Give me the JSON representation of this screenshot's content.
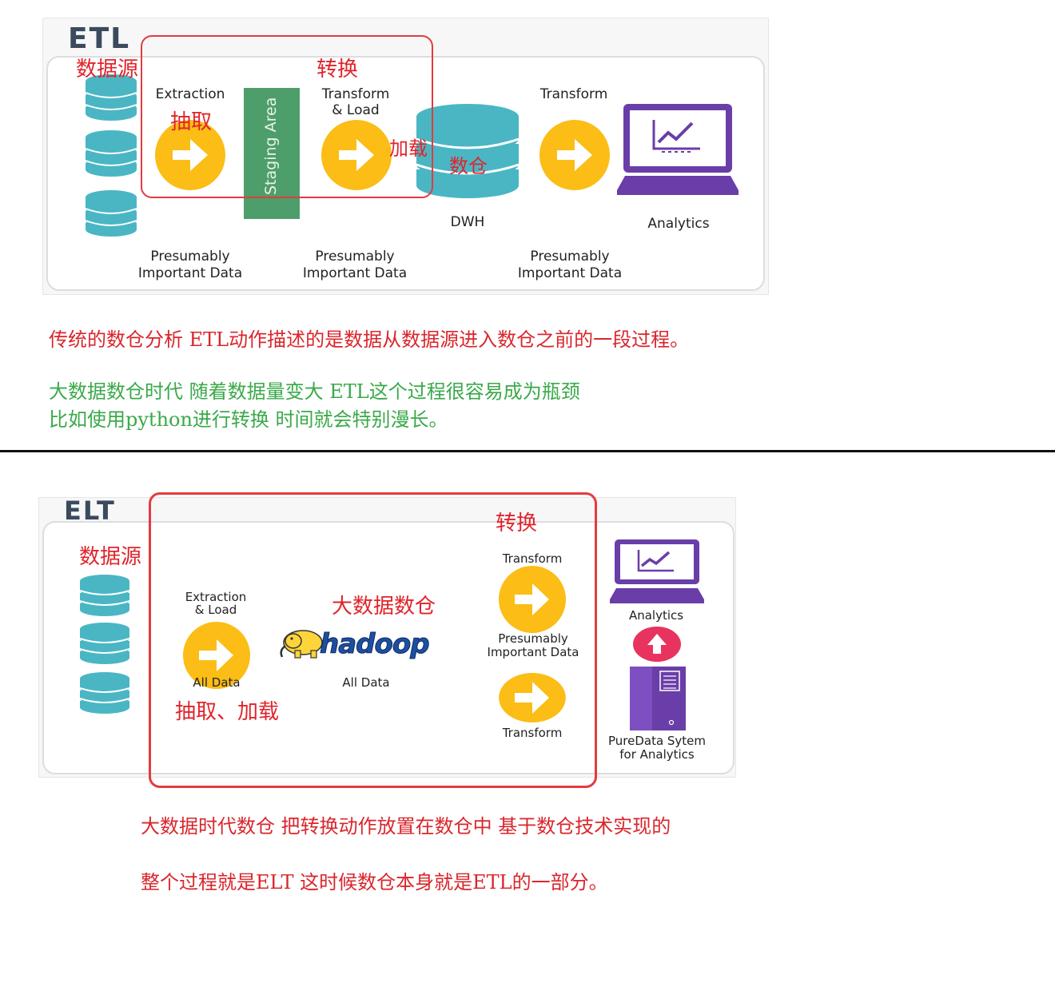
{
  "etl": {
    "title": "ETL",
    "source_label_cn": "数据源",
    "transform_label_cn": "转换",
    "extract_label_cn": "抽取",
    "load_label_cn": "加载",
    "dwh_label_cn": "数仓",
    "extraction": "Extraction",
    "staging": "Staging Area",
    "transform_load": [
      "Transform",
      "& Load"
    ],
    "transform": "Transform",
    "dwh": "DWH",
    "analytics": "Analytics",
    "data_captions": [
      [
        "Presumably",
        "Important Data"
      ],
      [
        "Presumably",
        "Important Data"
      ],
      [
        "Presumably",
        "Important Data"
      ]
    ]
  },
  "notes_etl": {
    "red_line": "传统的数仓分析  ETL动作描述的是数据从数据源进入数仓之前的一段过程。",
    "green_line1": "大数据数仓时代 随着数据量变大  ETL这个过程很容易成为瓶颈",
    "green_line2": "比如使用python进行转换 时间就会特别漫长。"
  },
  "elt": {
    "title": "ELT",
    "source_label_cn": "数据源",
    "transform_label_cn": "转换",
    "bigdata_label_cn": "大数据数仓",
    "extract_load_label_cn": "抽取、加载",
    "extraction_load": [
      "Extraction",
      "& Load"
    ],
    "all_data_1": "All Data",
    "hadoop": "hadoop",
    "all_data_2": "All Data",
    "transform_1": "Transform",
    "presumably": [
      "Presumably",
      "Important Data"
    ],
    "transform_2": "Transform",
    "analytics": "Analytics",
    "puredata": [
      "PureData Sytem",
      "for Analytics"
    ]
  },
  "notes_elt": {
    "line1": "大数据时代数仓 把转换动作放置在数仓中 基于数仓技术实现的",
    "line2": "整个过程就是ELT  这时候数仓本身就是ETL的一部分。"
  },
  "colors": {
    "arrow_circle": "#fbbd16",
    "db_teal": "#4ab6c4",
    "staging_green": "#4d9e6a",
    "laptop_purple": "#6a3ea8",
    "annotation_red": "#e0242b",
    "note_green": "#3aa94a",
    "upload_pink": "#e8335f"
  }
}
